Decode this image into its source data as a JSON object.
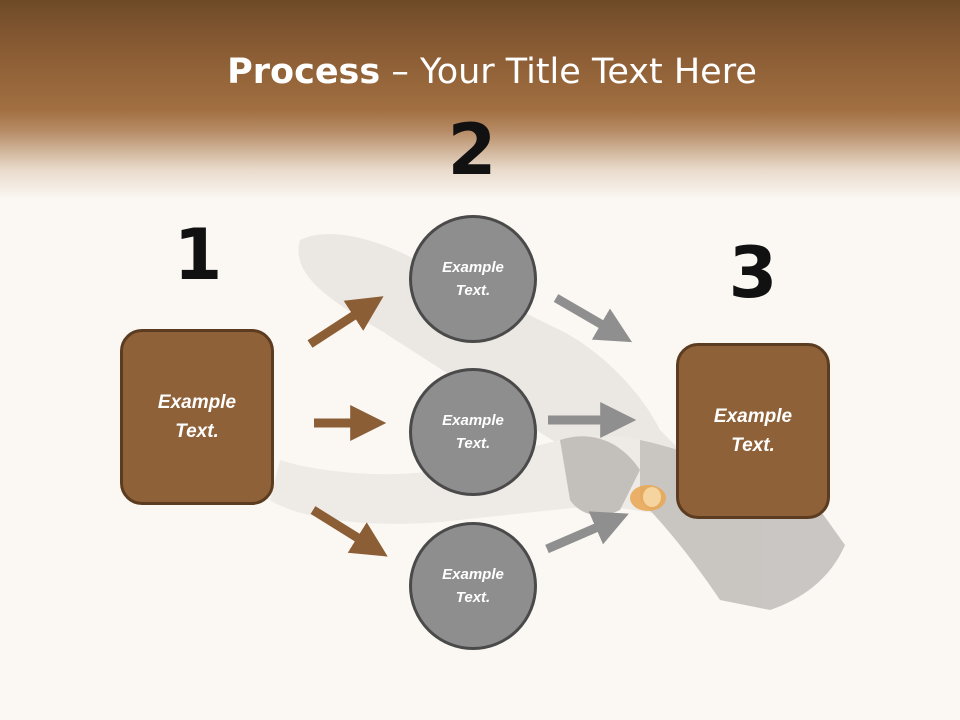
{
  "slide": {
    "title_bold": "Process",
    "title_rest": " – Your Title Text Here"
  },
  "steps": [
    {
      "number": "1"
    },
    {
      "number": "2"
    },
    {
      "number": "3"
    }
  ],
  "left_box": {
    "line1": "Example",
    "line2": "Text."
  },
  "right_box": {
    "line1": "Example",
    "line2": "Text."
  },
  "circles": [
    {
      "line1": "Example",
      "line2": "Text."
    },
    {
      "line1": "Example",
      "line2": "Text."
    },
    {
      "line1": "Example",
      "line2": "Text."
    }
  ],
  "colors": {
    "brown_box": "#8f6138",
    "brown_border": "#5c3c20",
    "brown_arrow": "#8c5e36",
    "gray_circle": "#8e8e8e",
    "gray_arrow": "#8f8f8f",
    "header_band": "#a16f41"
  }
}
